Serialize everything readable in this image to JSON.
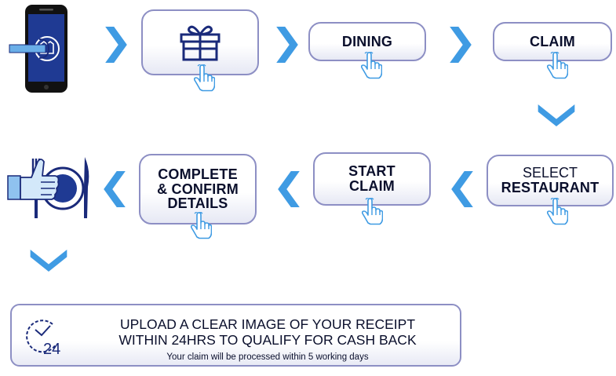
{
  "steps": {
    "dining": "DINING",
    "claim": "CLAIM",
    "select_regular": "SELECT",
    "select_bold": "RESTAURANT",
    "start_line1": "START",
    "start_line2": "CLAIM",
    "complete_line1": "COMPLETE",
    "complete_line2": "& CONFIRM",
    "complete_line3": "DETAILS"
  },
  "info": {
    "line1": "UPLOAD A CLEAR IMAGE OF YOUR RECEIPT",
    "line2": "WITHIN 24HRS TO QUALIFY FOR CASH BACK",
    "sub": "Your claim will be processed within 5 working days",
    "clock_number": "24"
  },
  "icons": [
    "phone-app-icon",
    "gift-icon",
    "hand-pointer-icon",
    "chevron-right-icon",
    "chevron-left-icon",
    "chevron-down-icon",
    "thumbs-up-plate-icon",
    "clock-24-icon"
  ],
  "colors": {
    "arrow": "#3f9be3",
    "box_border": "#8d8fc4",
    "navy": "#1a2a7a",
    "phone_screen": "#1f3a93",
    "text": "#0a0f2c"
  }
}
